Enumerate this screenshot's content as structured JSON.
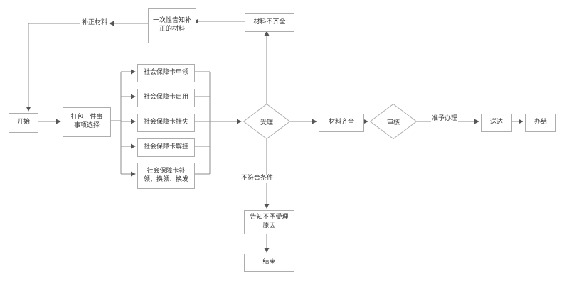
{
  "diagram": {
    "nodes": {
      "start": "开始",
      "package_select": "打包一件事\n事项选择",
      "card_apply": "社会保障卡申领",
      "card_activate": "社会保障卡启用",
      "card_report_loss": "社会保障卡挂失",
      "card_release": "社会保障卡解挂",
      "card_replace": "社会保障卡补\n领、换领、换发",
      "accept": "受理",
      "materials_incomplete": "材料不齐全",
      "onetime_correction_notice": "一次性告知补\n正的材料",
      "materials_complete": "材料齐全",
      "review": "审核",
      "delivery": "送达",
      "closed": "办结",
      "reject_reason_notice": "告知不予受理\n原因",
      "end": "结束"
    },
    "edge_labels": {
      "correct_materials": "补正材料",
      "approved": "准予办理",
      "not_qualified": "不符合条件"
    },
    "colors": {
      "background": "#ffffff",
      "box_border": "#adadad",
      "line": "#8c8c8c",
      "arrow": "#555555",
      "text": "#3a3a3a"
    }
  }
}
